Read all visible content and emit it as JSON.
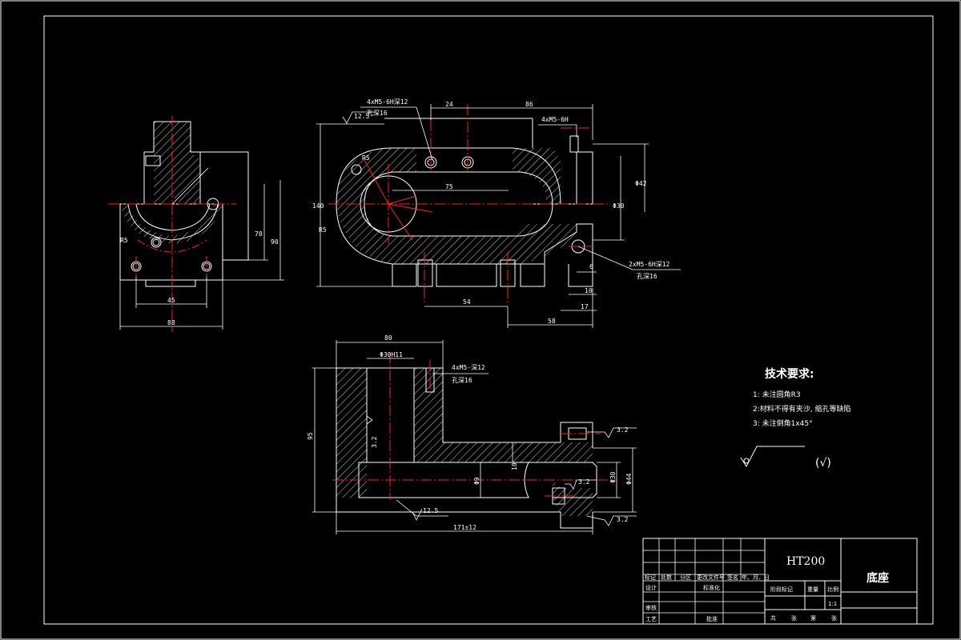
{
  "views": {
    "left": {
      "dim_width_total": "88",
      "dim_holes": "45",
      "dim_h1": "70",
      "dim_h2": "90",
      "dim_radius": "R5"
    },
    "front": {
      "thread_note_1": "4xM5-6H深12",
      "thread_note_1b": "孔深16",
      "thread_note_2": "4xM5-6H",
      "thread_note_3": "2xM5-6H深12",
      "thread_note_3b": "孔深16",
      "rough_1": "12.5",
      "dim_top_1": "24",
      "dim_top_2": "86",
      "dim_slot": "75",
      "dim_r1": "R5",
      "dim_r2": "R5",
      "dim_left_h": "140",
      "dim_bot_1": "54",
      "dim_bot_2": "58",
      "dim_right_1": "Φ30",
      "dim_right_2": "Φ42",
      "dim_right_3": "6",
      "dim_right_4": "10",
      "dim_right_5": "17"
    },
    "section": {
      "dim_top": "80",
      "dim_top_inner": "Φ30H11",
      "thread_note": "4xM5-深12",
      "thread_note_b": "孔深16",
      "rough_left": "3.2",
      "rough_bottom": "12.5",
      "rough_r1": "3.2",
      "rough_r2": "3.2",
      "rough_r3": "3.2",
      "dim_height": "95",
      "dim_mid_1": "10",
      "dim_mid_2": "Φ9",
      "dim_bore_1": "Φ30",
      "dim_bore_2": "Φ44",
      "dim_length": "171±12"
    }
  },
  "tech_req": {
    "title": "技术要求:",
    "items": [
      "1: 未注圆角R3",
      "2:材料不得有夹沙, 缩孔等缺陷",
      "3: 未注倒角1x45°"
    ],
    "symbol_paren": "(√)"
  },
  "title_block": {
    "material": "HT200",
    "part_name": "底座",
    "row_labels": [
      "标记",
      "处数",
      "分区",
      "更改文件号",
      "签名",
      "年、月、日"
    ],
    "design": "设计",
    "standard": "标准化",
    "review": "审核",
    "process": "工艺",
    "approve": "批准",
    "stage": "阶段标记",
    "weight": "重量",
    "scale_label": "比例",
    "scale": "1:1",
    "sheets": [
      "共",
      "张",
      "第",
      "张"
    ]
  }
}
